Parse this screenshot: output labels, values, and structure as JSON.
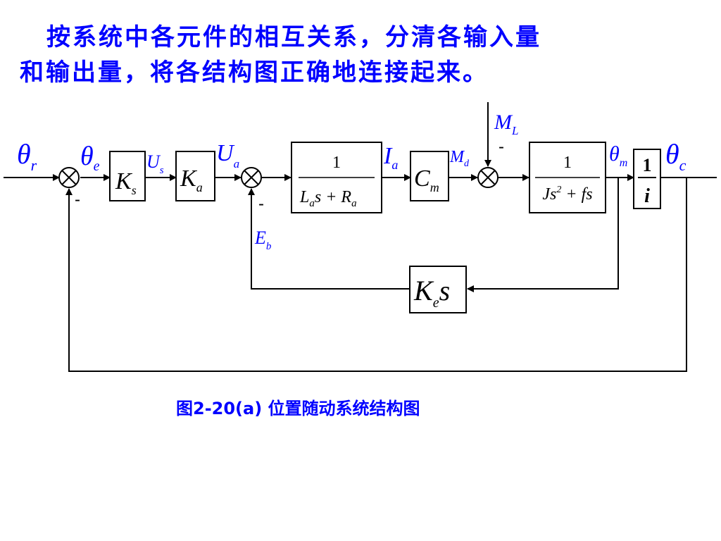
{
  "instruction": {
    "line1": "按系统中各元件的相互关系，分清各输入量",
    "line2": "和输出量，将各结构图正确地连接起来。"
  },
  "caption": "图2-20(a) 位置随动系统结构图",
  "diagram": {
    "signals": {
      "theta_r": {
        "main": "θ",
        "sub": "r"
      },
      "theta_e": {
        "main": "θ",
        "sub": "e"
      },
      "U_s": {
        "main": "U",
        "sub": "s"
      },
      "U_a": {
        "main": "U",
        "sub": "a"
      },
      "I_a": {
        "main": "I",
        "sub": "a"
      },
      "M_d": {
        "main": "M",
        "sub": "d"
      },
      "M_L": {
        "main": "M",
        "sub": "L"
      },
      "theta_m": {
        "main": "θ",
        "sub": "m"
      },
      "theta_c": {
        "main": "θ",
        "sub": "c"
      },
      "E_b": {
        "main": "E",
        "sub": "b"
      }
    },
    "blocks": {
      "Ks": {
        "main": "K",
        "sub": "s"
      },
      "Ka": {
        "main": "K",
        "sub": "a"
      },
      "armature": {
        "num": "1",
        "L": "L",
        "La_sub": "a",
        "s": "s + ",
        "R": "R",
        "Ra_sub": "a"
      },
      "Cm": {
        "main": "C",
        "sub": "m"
      },
      "load": {
        "num": "1",
        "den_a": "Js",
        "den_sup": "2",
        "den_b": " + fs"
      },
      "gear": {
        "num": "1",
        "den": "i"
      },
      "Kes": {
        "main": "K",
        "sub": "e",
        "tail": "s"
      }
    },
    "signs": {
      "minus": "-"
    },
    "line_color": "#000000",
    "text_color": "#0000ff"
  }
}
